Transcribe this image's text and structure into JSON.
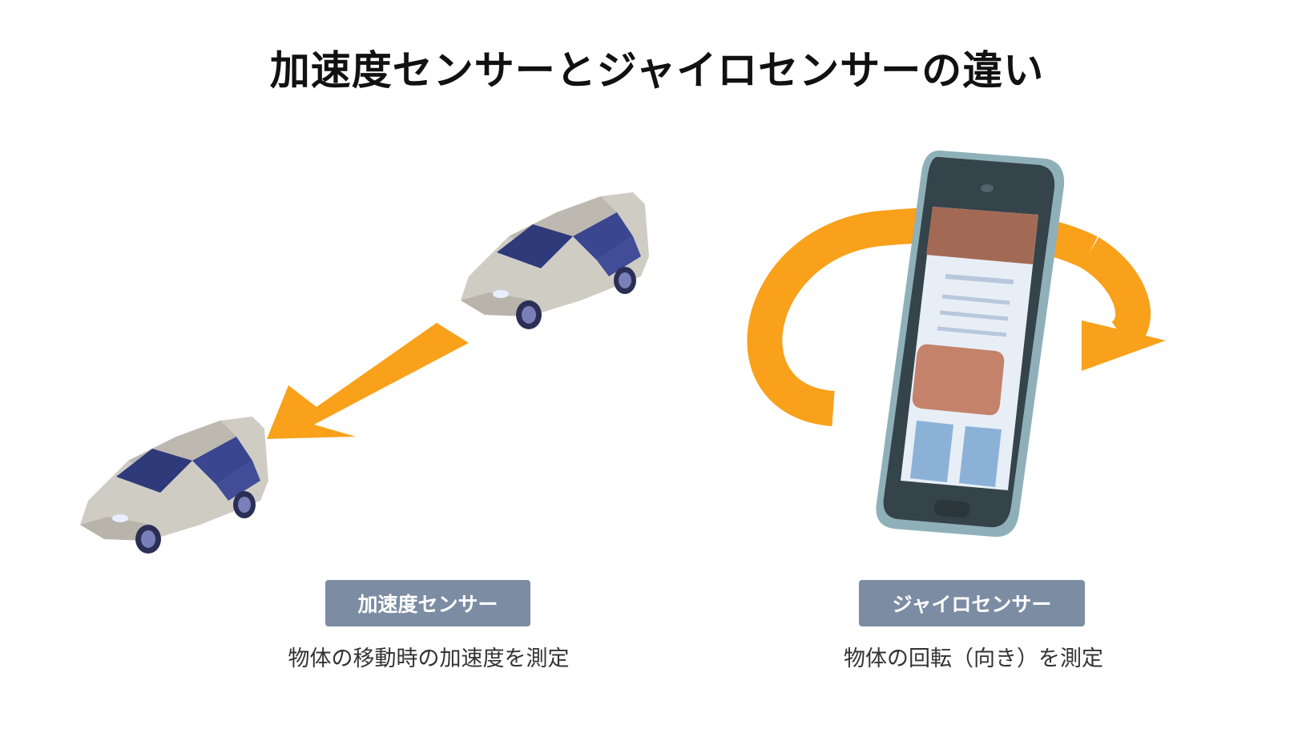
{
  "title": "加速度センサーとジャイロセンサーの違い",
  "left": {
    "badge": "加速度センサー",
    "caption": "物体の移動時の加速度を測定",
    "icons": [
      "car-icon",
      "arrow-icon"
    ]
  },
  "right": {
    "badge": "ジャイロセンサー",
    "caption": "物体の回転（向き）を測定",
    "icons": [
      "smartphone-icon",
      "rotation-arrow-icon"
    ]
  },
  "colors": {
    "accent": "#f9a11b",
    "badge": "#7b8ca3",
    "car_body": "#cfccc4",
    "car_window": "#2f3a7a",
    "phone_frame": "#8fb0b9",
    "phone_screen_header": "#a26a55"
  }
}
